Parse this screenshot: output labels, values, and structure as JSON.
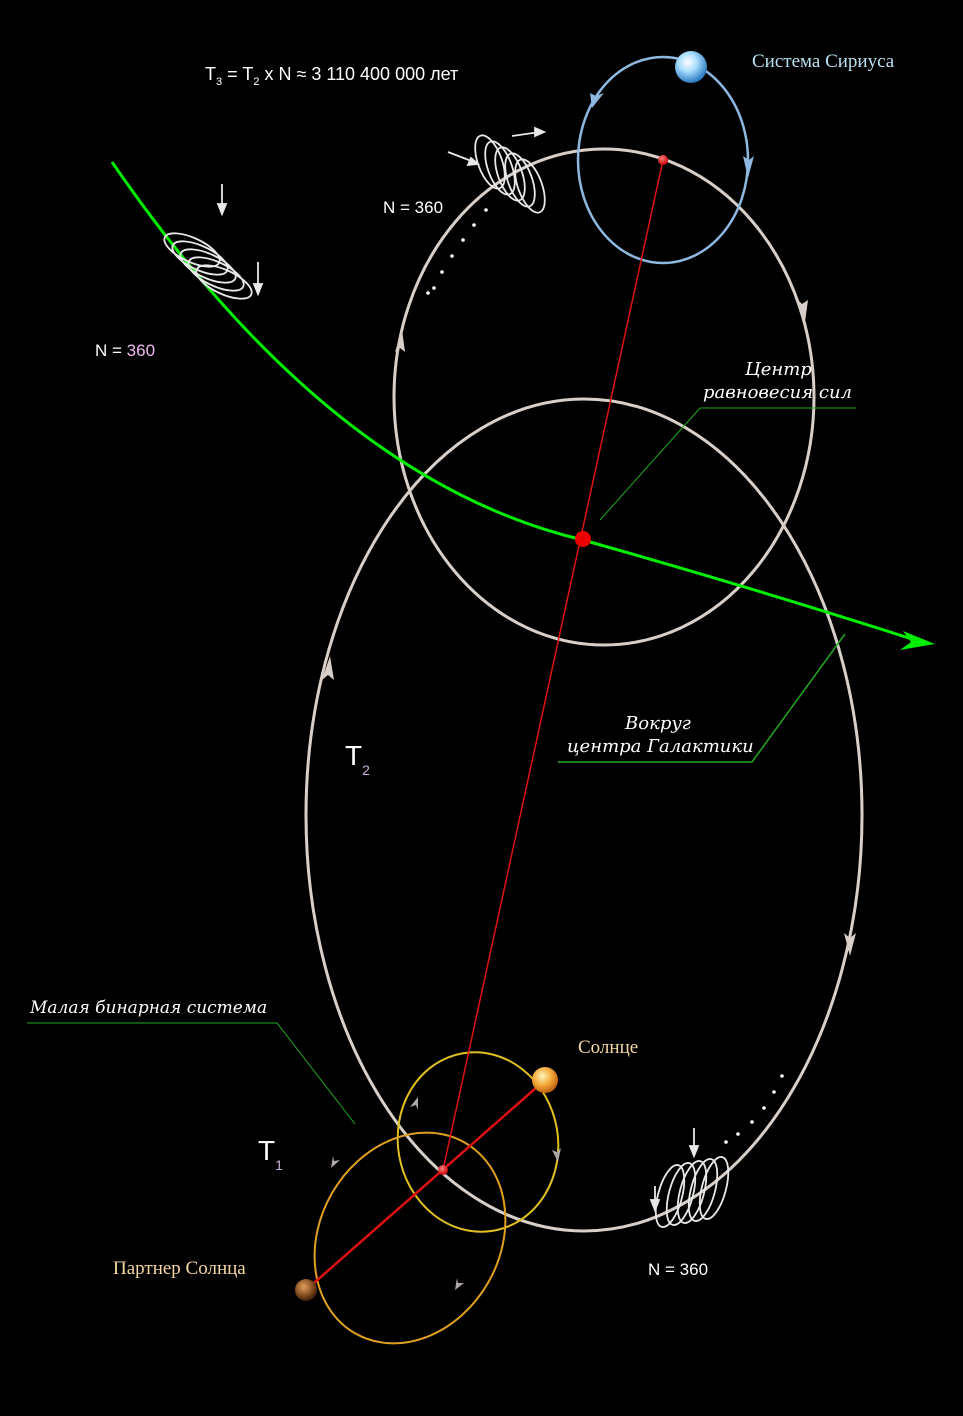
{
  "formula": {
    "t": "T",
    "sub3": "3",
    "eq": " = T",
    "sub2": "2",
    "mid": " x N ≈ ",
    "value": "3 110 400 000 лет"
  },
  "labels": {
    "sirius": "Система Сириуса",
    "sun": "Солнце",
    "sun_partner": "Партнер Солнца",
    "small_binary": "Малая бинарная система",
    "balance_line1": "Центр",
    "balance_line2": "равновесия сил",
    "galaxy_line1": "Вокруг",
    "galaxy_line2": "центра Галактики",
    "t2": "T",
    "t2_sub": "2",
    "t1": "T",
    "t1_sub": "1"
  },
  "n_labels": [
    {
      "prefix": "N = ",
      "value": "360"
    },
    {
      "prefix": "N = ",
      "value": "360"
    },
    {
      "prefix": "N = ",
      "value": "360"
    }
  ],
  "colors": {
    "galactic_path": "#00ee00",
    "orbit_white": "#e0d8d0",
    "sirius_orbit": "#8fb8e0",
    "binary_orbit": "#e0b030",
    "axis_line": "#dd1111",
    "leader_line": "#22aa22"
  },
  "icons": [
    "sirius-star-icon",
    "sun-icon",
    "sun-partner-icon",
    "spiral-icon"
  ]
}
